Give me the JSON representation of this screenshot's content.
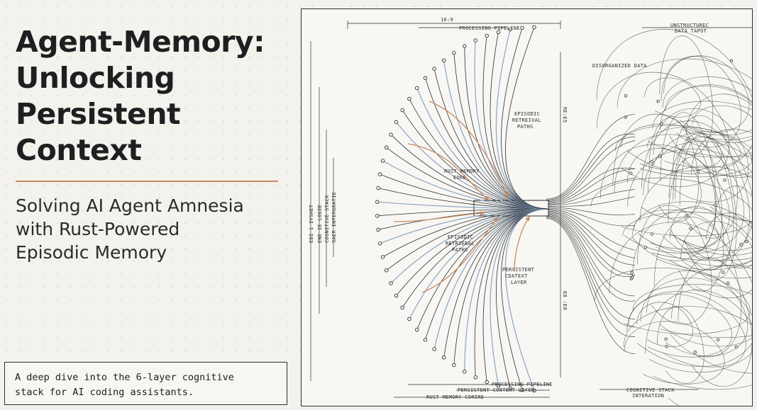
{
  "title_lines": [
    "Agent-Memory:",
    "Unlocking",
    "Persistent",
    "Context"
  ],
  "subtitle_lines": [
    "Solving AI Agent Amnesia",
    "with Rust-Powered",
    "Episodic Memory"
  ],
  "caption_lines": [
    "A deep dive into the 6-layer cognitive",
    "stack for AI coding assistants."
  ],
  "colors": {
    "background": "#f4f2ec",
    "ink": "#2e2f31",
    "accent_orange": "#c98a62",
    "accent_blue": "#8aa4c4"
  },
  "diagram": {
    "ratio": "16:9",
    "top_label": "PROCESSING PIPELINE",
    "top_right_label_1": "UNSTRUCTUREC",
    "top_right_label_2": "DATA TAPOT",
    "disorganized_label": "DISORGANIZED DATA",
    "episodic_top_1": "EPISODIC",
    "episodic_top_2": "RETREIVAL",
    "episodic_top_3": "PATHS",
    "rust_core_1": "RUST MEMORY",
    "rust_core_2": "EORE",
    "episodic_bottom_1": "EFISODIC",
    "episodic_bottom_2": "RETRIEBAL",
    "episodic_bottom_3": "PATHS",
    "persistent_1": "PERSISTENT",
    "persistent_2": "CDATEXT",
    "persistent_3": "LAYER",
    "vert_left_1": "EDI 1 IYSHET",
    "vert_left_2": "ENE IE LOGIE",
    "vert_left_3": "COGNITIVE STACK",
    "vert_left_4": "SAER INTERGOATIE",
    "vert_right_1": "RE:E5",
    "vert_right_2": "E8 :E8",
    "bottom_label_1": "PROCESSING PIPELINE",
    "bottom_label_2": "PERSISTENT CONTEXT LAYER",
    "bottom_label_3": "RUST MEMORY CORIRE",
    "bottom_right_1": "COGNITIVE STACK",
    "bottom_right_2": "INTERATION"
  }
}
